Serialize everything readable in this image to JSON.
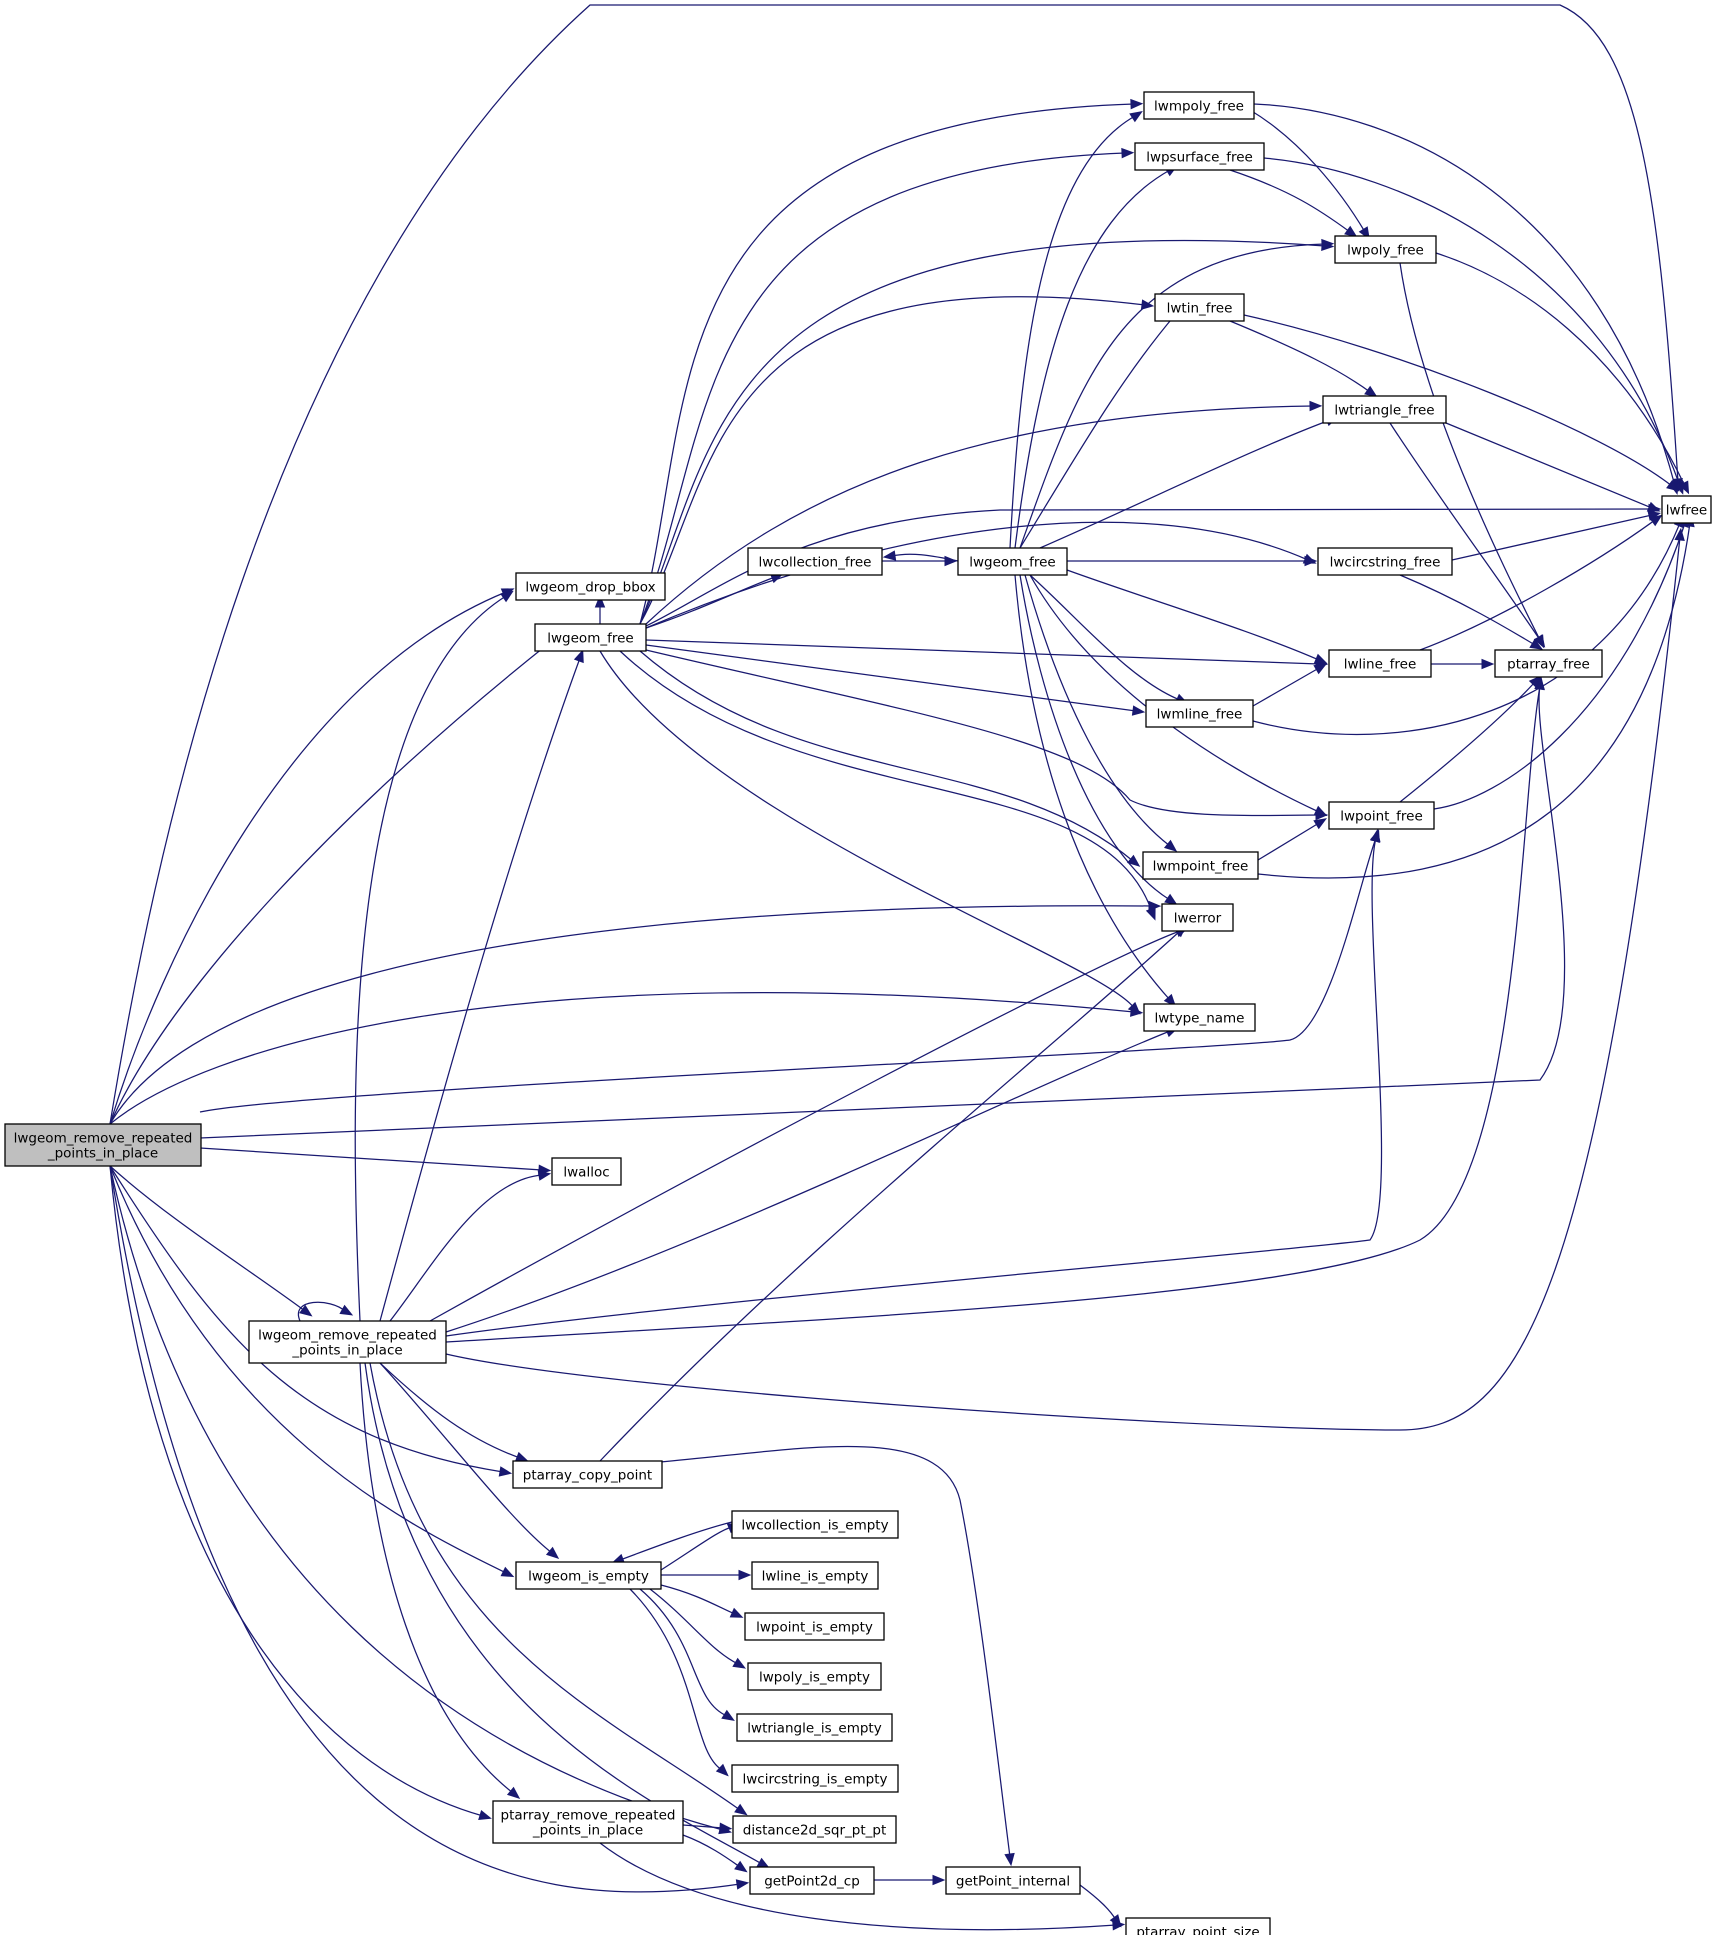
{
  "nodes": {
    "root": [
      "lwgeom_remove_repeated",
      "_points_in_place"
    ],
    "rec": [
      "lwgeom_remove_repeated",
      "_points_in_place"
    ],
    "pa_rrp": [
      "ptarray_remove_repeated",
      "_points_in_place"
    ],
    "lwgeom_drop_bbox": "lwgeom_drop_bbox",
    "lwgeom_free1": "lwgeom_free",
    "lwcollection_free": "lwcollection_free",
    "lwgeom_free2": "lwgeom_free",
    "lwmpoly_free": "lwmpoly_free",
    "lwpsurface_free": "lwpsurface_free",
    "lwpoly_free": "lwpoly_free",
    "lwtin_free": "lwtin_free",
    "lwtriangle_free": "lwtriangle_free",
    "lwfree": "lwfree",
    "lwcircstring_free": "lwcircstring_free",
    "lwline_free": "lwline_free",
    "ptarray_free": "ptarray_free",
    "lwmline_free": "lwmline_free",
    "lwpoint_free": "lwpoint_free",
    "lwmpoint_free": "lwmpoint_free",
    "lwerror": "lwerror",
    "lwtype_name": "lwtype_name",
    "lwalloc": "lwalloc",
    "ptarray_copy_point": "ptarray_copy_point",
    "lwgeom_is_empty": "lwgeom_is_empty",
    "lwcollection_is_empty": "lwcollection_is_empty",
    "lwline_is_empty": "lwline_is_empty",
    "lwpoint_is_empty": "lwpoint_is_empty",
    "lwpoly_is_empty": "lwpoly_is_empty",
    "lwtriangle_is_empty": "lwtriangle_is_empty",
    "lwcircstring_is_empty": "lwcircstring_is_empty",
    "distance2d_sqr_pt_pt": "distance2d_sqr_pt_pt",
    "getPoint2d_cp": "getPoint2d_cp",
    "getPoint_internal": "getPoint_internal",
    "ptarray_point_size": "ptarray_point_size"
  },
  "colors": {
    "edge": "#191970",
    "root_fill": "#bfbfbf",
    "node_fill": "#ffffff",
    "border": "#000000"
  }
}
